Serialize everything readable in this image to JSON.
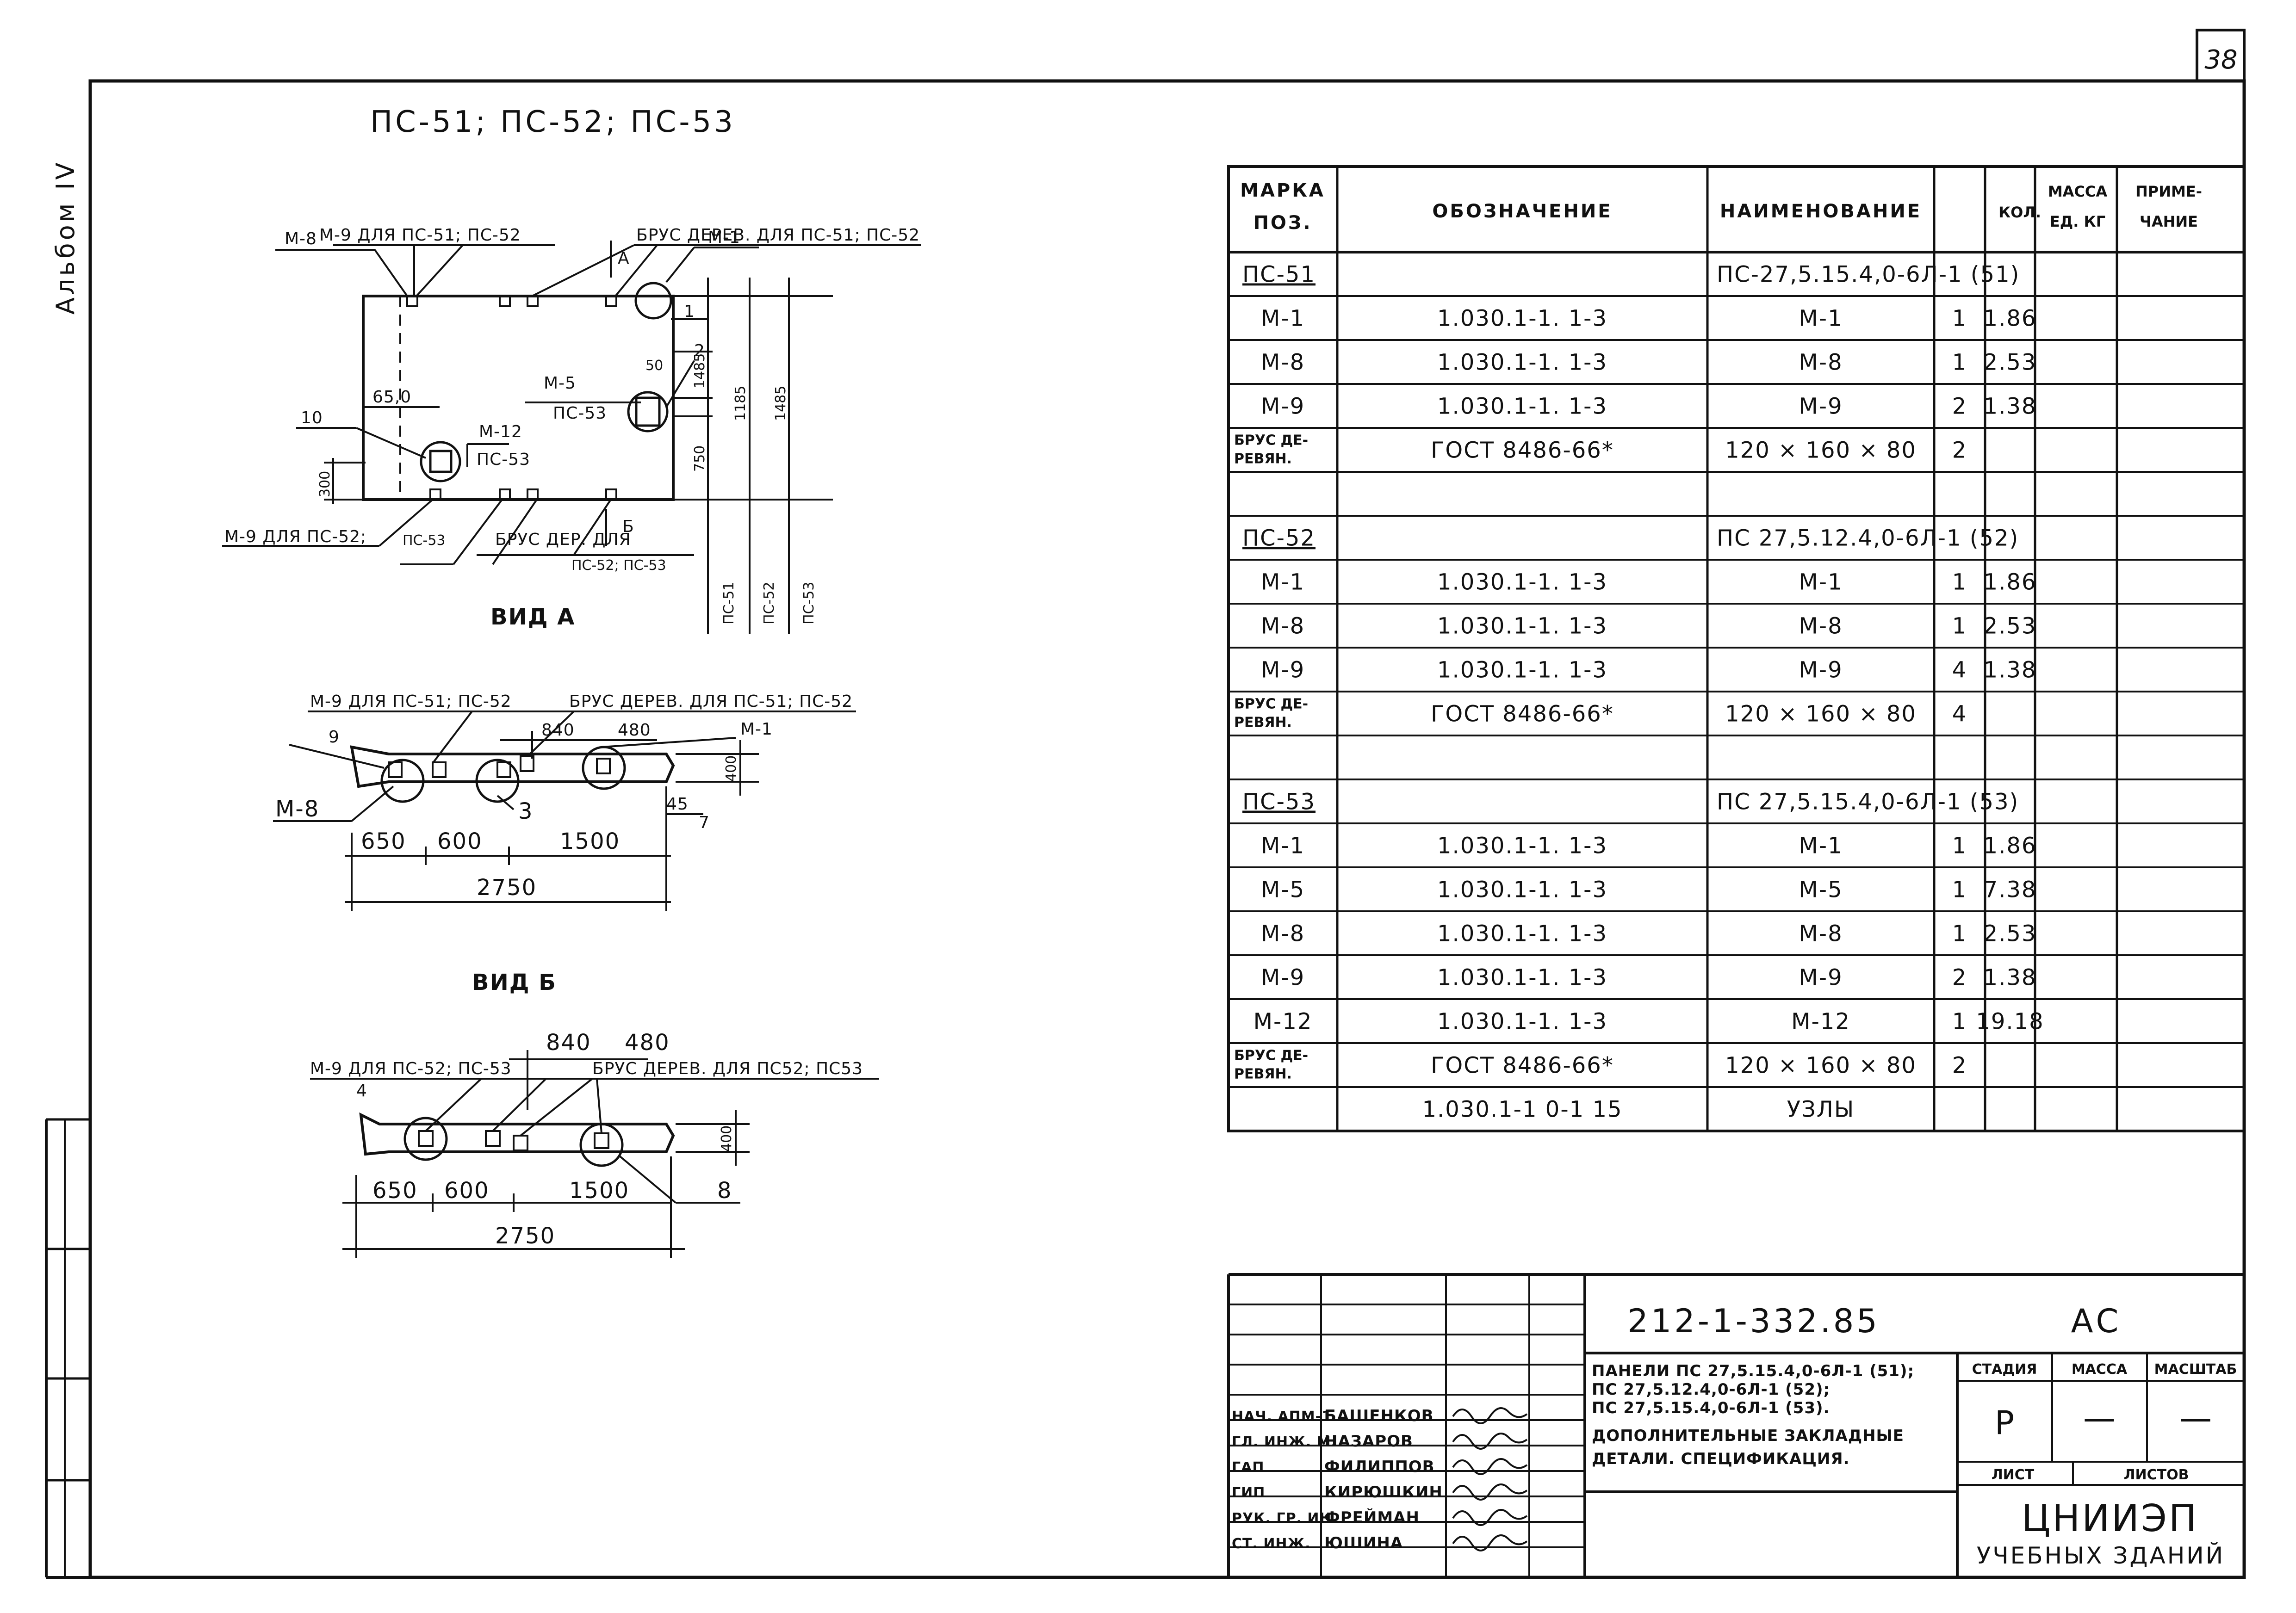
{
  "page_number": "38",
  "album_label": "Альбом IV",
  "drawing_title": "ПС-51; ПС-52; ПС-53",
  "plan": {
    "labels": {
      "m9_top": "М-9 ДЛЯ ПС-51; ПС-52",
      "brus_top": "БРУС ДЕРЕВ. ДЛЯ ПС-51; ПС-52",
      "m8": "М-8",
      "m1": "М-1",
      "arrow_a": "А",
      "m5": "М-5",
      "m5_sub": "ПС-53",
      "m12": "М-12",
      "m12_sub": "ПС-53",
      "ref_10": "10",
      "ref_1": "1",
      "ref_2": "2",
      "dim_650": "65,0",
      "dim_50": "50",
      "dim_300": "300",
      "dim_750": "750",
      "dim_1485a": "1485",
      "dim_1185": "1185",
      "dim_1485b": "1485",
      "m9_bottom": "М-9 ДЛЯ ПС-52;",
      "ps53_bottom": "ПС-53",
      "brus_bottom": "БРУС  ДЕР.  ДЛЯ",
      "brus_bottom2": "ПС-52; ПС-53",
      "arrow_b": "Б",
      "col_ps51": "ПС-51",
      "col_ps52": "ПС-52",
      "col_ps53": "ПС-53"
    },
    "view_title": "ВИД А"
  },
  "view_a": {
    "labels": {
      "m9": "М-9 ДЛЯ ПС-51; ПС-52",
      "brus": "БРУС ДЕРЕВ. ДЛЯ ПС-51; ПС-52",
      "ref_9": "9",
      "ref_3": "3",
      "m8": "М-8",
      "m1": "М-1",
      "dim_840": "840",
      "dim_480": "480",
      "dim_400": "400",
      "dim_45": "45",
      "ref_7": "7",
      "dim_650": "650",
      "dim_600": "600",
      "dim_1500": "1500",
      "dim_2750": "2750"
    }
  },
  "view_b": {
    "title": "ВИД Б",
    "labels": {
      "m9": "М-9 ДЛЯ ПС-52; ПС-53",
      "brus": "БРУС ДЕРЕВ. ДЛЯ ПС52; ПС53",
      "ref_4": "4",
      "ref_8": "8",
      "dim_840": "840",
      "dim_480": "480",
      "dim_400": "400",
      "dim_650": "650",
      "dim_600": "600",
      "dim_1500": "1500",
      "dim_2750": "2750"
    }
  },
  "spec_table": {
    "headers": {
      "mark": [
        "МАРКА",
        "ПОЗ."
      ],
      "designation": "ОБОЗНАЧЕНИЕ",
      "name": "НАИМЕНОВАНИЕ",
      "qty": "КОЛ.",
      "mass": [
        "МАССА",
        "ЕД. КГ"
      ],
      "note": [
        "ПРИМЕ-",
        "ЧАНИЕ"
      ]
    },
    "rows": [
      {
        "mark": "ПС-51",
        "designation": "",
        "name": "ПС-27,5.15.4,0-6Л-1 (51)",
        "qty": "",
        "mass": "",
        "group": true
      },
      {
        "mark": "М-1",
        "designation": "1.030.1-1. 1-3",
        "name": "М-1",
        "qty": "1",
        "mass": "1.86"
      },
      {
        "mark": "М-8",
        "designation": "1.030.1-1. 1-3",
        "name": "М-8",
        "qty": "1",
        "mass": "2.53"
      },
      {
        "mark": "М-9",
        "designation": "1.030.1-1. 1-3",
        "name": "М-9",
        "qty": "2",
        "mass": "1.38"
      },
      {
        "mark": "БРУС ДЕ-|РЕВЯН.",
        "designation": "ГОСТ 8486-66*",
        "name": "120 × 160 × 80",
        "qty": "2",
        "mass": ""
      },
      {
        "mark": "",
        "designation": "",
        "name": "",
        "qty": "",
        "mass": ""
      },
      {
        "mark": "ПС-52",
        "designation": "",
        "name": "ПС 27,5.12.4,0-6Л-1 (52)",
        "qty": "",
        "mass": "",
        "group": true
      },
      {
        "mark": "М-1",
        "designation": "1.030.1-1. 1-3",
        "name": "М-1",
        "qty": "1",
        "mass": "1.86"
      },
      {
        "mark": "М-8",
        "designation": "1.030.1-1. 1-3",
        "name": "М-8",
        "qty": "1",
        "mass": "2.53"
      },
      {
        "mark": "М-9",
        "designation": "1.030.1-1. 1-3",
        "name": "М-9",
        "qty": "4",
        "mass": "1.38"
      },
      {
        "mark": "БРУС ДЕ-|РЕВЯН.",
        "designation": "ГОСТ 8486-66*",
        "name": "120 × 160 × 80",
        "qty": "4",
        "mass": ""
      },
      {
        "mark": "",
        "designation": "",
        "name": "",
        "qty": "",
        "mass": ""
      },
      {
        "mark": "ПС-53",
        "designation": "",
        "name": "ПС 27,5.15.4,0-6Л-1 (53)",
        "qty": "",
        "mass": "",
        "group": true
      },
      {
        "mark": "М-1",
        "designation": "1.030.1-1. 1-3",
        "name": "М-1",
        "qty": "1",
        "mass": "1.86"
      },
      {
        "mark": "М-5",
        "designation": "1.030.1-1. 1-3",
        "name": "М-5",
        "qty": "1",
        "mass": "7.38"
      },
      {
        "mark": "М-8",
        "designation": "1.030.1-1. 1-3",
        "name": "М-8",
        "qty": "1",
        "mass": "2.53"
      },
      {
        "mark": "М-9",
        "designation": "1.030.1-1. 1-3",
        "name": "М-9",
        "qty": "2",
        "mass": "1.38"
      },
      {
        "mark": "М-12",
        "designation": "1.030.1-1. 1-3",
        "name": "М-12",
        "qty": "1",
        "mass": "19.18"
      },
      {
        "mark": "БРУС ДЕ-|РЕВЯН.",
        "designation": "ГОСТ 8486-66*",
        "name": "120 × 160 × 80",
        "qty": "2",
        "mass": ""
      },
      {
        "mark": "",
        "designation": "1.030.1-1 0-1 15",
        "name": "УЗЛЫ",
        "qty": "",
        "mass": ""
      }
    ]
  },
  "title_block": {
    "code": "212-1-332.85",
    "section": "АС",
    "description": [
      "ПАНЕЛИ ПС 27,5.15.4,0-6Л-1 (51);",
      "ПС 27,5.12.4,0-6Л-1 (52);",
      "ПС 27,5.15.4,0-6Л-1 (53).",
      "ДОПОЛНИТЕЛЬНЫЕ ЗАКЛАДНЫЕ",
      "ДЕТАЛИ. СПЕЦИФИКАЦИЯ."
    ],
    "stage_header": "СТАДИЯ",
    "mass_header": "МАССА",
    "scale_header": "МАСШТАБ",
    "stage": "Р",
    "mass": "—",
    "scale": "—",
    "sheet_header": "ЛИСТ",
    "sheets_header": "ЛИСТОВ",
    "org": "ЦНИИЭП",
    "org_sub": "УЧЕБНЫХ ЗДАНИЙ",
    "staff": [
      {
        "role": "НАЧ. АПМ-1",
        "name": "БАШЕНКОВ"
      },
      {
        "role": "ГЛ. ИНЖ. М.",
        "name": "НАЗАРОВ"
      },
      {
        "role": "ГАП",
        "name": "ФИЛИППОВ"
      },
      {
        "role": "ГИП",
        "name": "КИРЮШКИН"
      },
      {
        "role": "РУК. ГР. ИН.",
        "name": "ФРЕЙМАН"
      },
      {
        "role": "СТ. ИНЖ.",
        "name": "ЮШИНА"
      }
    ]
  }
}
